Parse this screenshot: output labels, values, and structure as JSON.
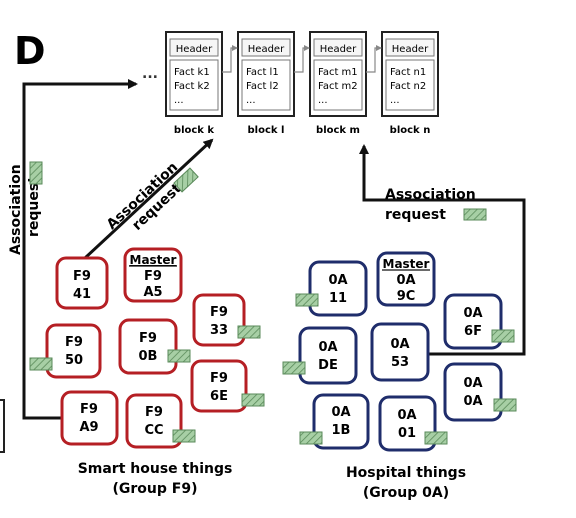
{
  "panel_label": "D",
  "colors": {
    "red_group": "#b51f24",
    "blue_group": "#1f2d6b",
    "hatch_fill": "#a7cfa5",
    "hatch_stroke": "#5a8a5a",
    "line": "#111111"
  },
  "chain": {
    "ellipsis_left": "...",
    "blocks": [
      {
        "header": "Header",
        "facts": [
          "Fact k1",
          "Fact k2"
        ],
        "more": "...",
        "label": "block k"
      },
      {
        "header": "Header",
        "facts": [
          "Fact l1",
          "Fact l2"
        ],
        "more": "...",
        "label": "block l"
      },
      {
        "header": "Header",
        "facts": [
          "Fact m1",
          "Fact m2"
        ],
        "more": "...",
        "label": "block m"
      },
      {
        "header": "Header",
        "facts": [
          "Fact n1",
          "Fact n2"
        ],
        "more": "...",
        "label": "block n"
      }
    ]
  },
  "requests": {
    "left_vertical": [
      "Association",
      "request"
    ],
    "diagonal": [
      "Association",
      "request"
    ],
    "right": [
      "Association",
      "request"
    ]
  },
  "groups": {
    "smart_house": {
      "title_line1": "Smart house things",
      "title_line2": "(Group F9)",
      "master_label": "Master",
      "nodes": [
        {
          "l1": "F9",
          "l2": "41"
        },
        {
          "l1": "F9",
          "l2": "A5"
        },
        {
          "l1": "F9",
          "l2": "33"
        },
        {
          "l1": "F9",
          "l2": "50"
        },
        {
          "l1": "F9",
          "l2": "0B"
        },
        {
          "l1": "F9",
          "l2": "6E"
        },
        {
          "l1": "F9",
          "l2": "A9"
        },
        {
          "l1": "F9",
          "l2": "CC"
        }
      ]
    },
    "hospital": {
      "title_line1": "Hospital things",
      "title_line2": "(Group 0A)",
      "master_label": "Master",
      "nodes": [
        {
          "l1": "0A",
          "l2": "11"
        },
        {
          "l1": "0A",
          "l2": "9C"
        },
        {
          "l1": "0A",
          "l2": "6F"
        },
        {
          "l1": "0A",
          "l2": "DE"
        },
        {
          "l1": "0A",
          "l2": "53"
        },
        {
          "l1": "0A",
          "l2": "0A"
        },
        {
          "l1": "0A",
          "l2": "1B"
        },
        {
          "l1": "0A",
          "l2": "01"
        }
      ]
    }
  }
}
